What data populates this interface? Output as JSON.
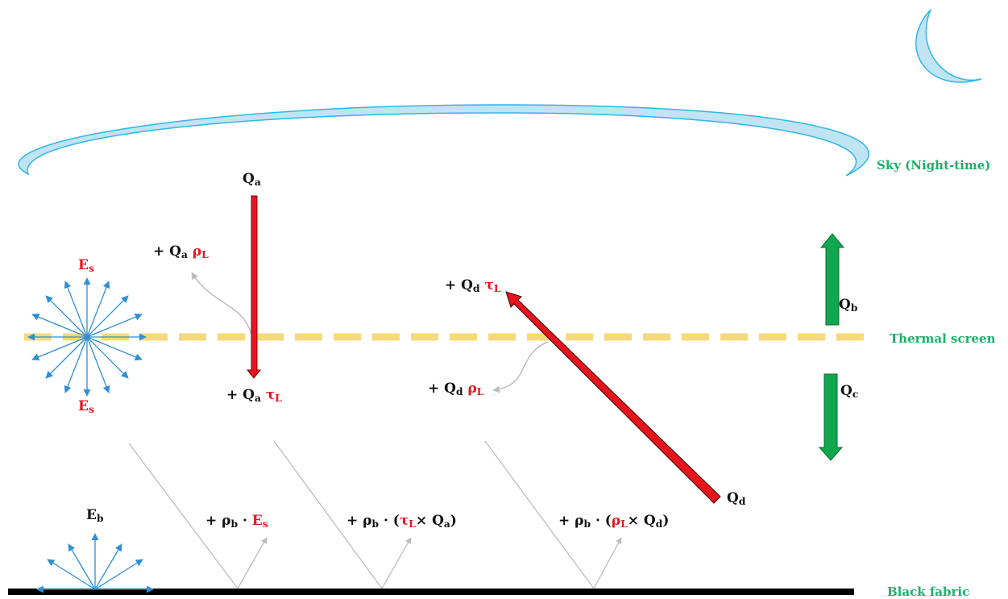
{
  "layers": {
    "sky": "Sky (Night-time)",
    "screen": "Thermal screen",
    "fabric": "Black fabric"
  },
  "symbols": {
    "Qa": {
      "base": "Q",
      "sub": "a"
    },
    "Qb": {
      "base": "Q",
      "sub": "b"
    },
    "Qc": {
      "base": "Q",
      "sub": "c"
    },
    "Qd": {
      "base": "Q",
      "sub": "d"
    },
    "Es_top": {
      "base": "E",
      "sub": "s"
    },
    "Es_bottom": {
      "base": "E",
      "sub": "s"
    },
    "Eb": {
      "base": "E",
      "sub": "b"
    }
  },
  "terms": {
    "qa_rho": {
      "plus": "+ ",
      "q": "Q",
      "q_sub": "a",
      "coef": "ρ",
      "coef_sub": "L"
    },
    "qa_tau": {
      "plus": "+ ",
      "q": "Q",
      "q_sub": "a",
      "coef": "τ",
      "coef_sub": "L"
    },
    "qd_tau": {
      "plus": "+ ",
      "q": "Q",
      "q_sub": "d",
      "coef": "τ",
      "coef_sub": "L"
    },
    "qd_rho": {
      "plus": "+ ",
      "q": "Q",
      "q_sub": "d",
      "coef": "ρ",
      "coef_sub": "L"
    }
  },
  "fabric_terms": {
    "t1": {
      "pre": "+ ρ",
      "pre_sub": "b",
      "dot": " · ",
      "red": "E",
      "red_sub": "s"
    },
    "t2": {
      "pre": "+ ρ",
      "pre_sub": "b",
      "dot": " · (",
      "red": "τ",
      "red_sub": "L",
      "mid": "× Q",
      "mid_sub": "a",
      "end": ")"
    },
    "t3": {
      "pre": "+ ρ",
      "pre_sub": "b",
      "dot": "  · (",
      "red": "ρ",
      "red_sub": "L",
      "mid": "× Q",
      "mid_sub": "d",
      "end": ")"
    }
  },
  "colors": {
    "sky_arc": "#bfe4f4",
    "sky_arc_stroke": "#2fb6e6",
    "moon": "#bfe4f4",
    "screen": "#f8d87a",
    "fabric": "#000000",
    "red_arrow": "#e8141d",
    "green_arrow": "#10a84e",
    "emission": "#2f8fd6",
    "reflection": "#bdbdbd",
    "label_green": "#1bb06a",
    "label_red": "#e8141d"
  },
  "icons": {
    "moon": "crescent-moon-icon",
    "sky": "sky-dome-arc"
  }
}
